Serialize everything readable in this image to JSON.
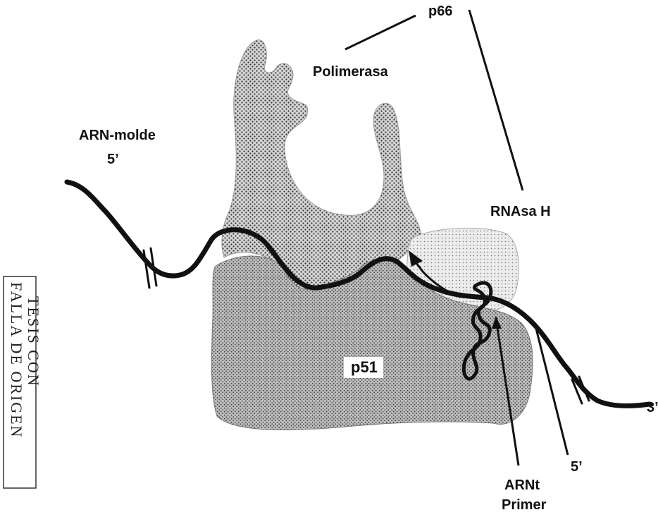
{
  "labels": {
    "p66": "p66",
    "polymerase": "Polimerasa",
    "template_rna": "ARN-molde",
    "five_prime_top": "5’",
    "rnase_h": "RNAsa H",
    "p51": "p51",
    "three_prime": "3’",
    "five_prime_bottom": "5’",
    "trna": "ARNt",
    "primer": "Primer"
  },
  "stamp": {
    "line1": "TESIS CON",
    "line2": "FALLA DE ORIGEN"
  },
  "colors": {
    "ink": "#111111",
    "p66_fill": "#c9c9c9",
    "p51_fill": "#b3b3b3",
    "rnase_fill": "#e2e2e2"
  }
}
